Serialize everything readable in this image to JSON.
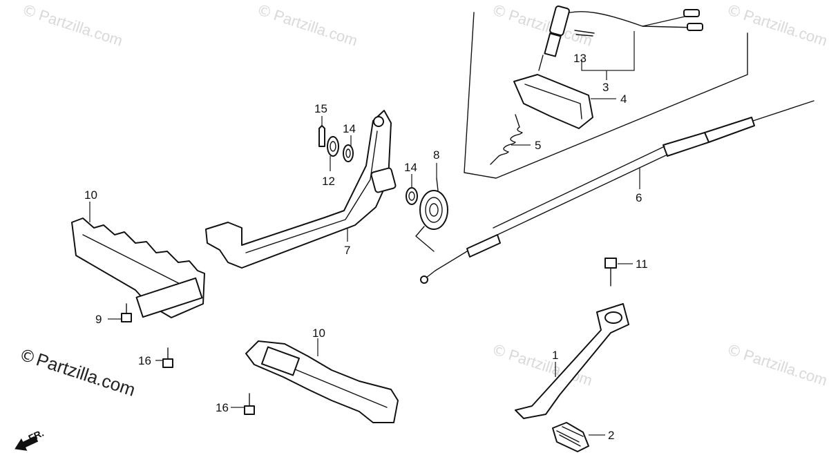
{
  "watermark": {
    "text": "Partzilla.com",
    "symbol": "©"
  },
  "corner_mark": {
    "symbol": "©",
    "text": "Partzilla.com"
  },
  "front_indicator": {
    "label": "FR."
  },
  "callouts": {
    "c1": "1",
    "c2": "2",
    "c3": "3",
    "c4": "4",
    "c5": "5",
    "c6": "6",
    "c7": "7",
    "c8": "8",
    "c9": "9",
    "c10a": "10",
    "c10b": "10",
    "c11": "11",
    "c12": "12",
    "c13": "13",
    "c14a": "14",
    "c14b": "14",
    "c15": "15",
    "c16a": "16",
    "c16b": "16"
  }
}
